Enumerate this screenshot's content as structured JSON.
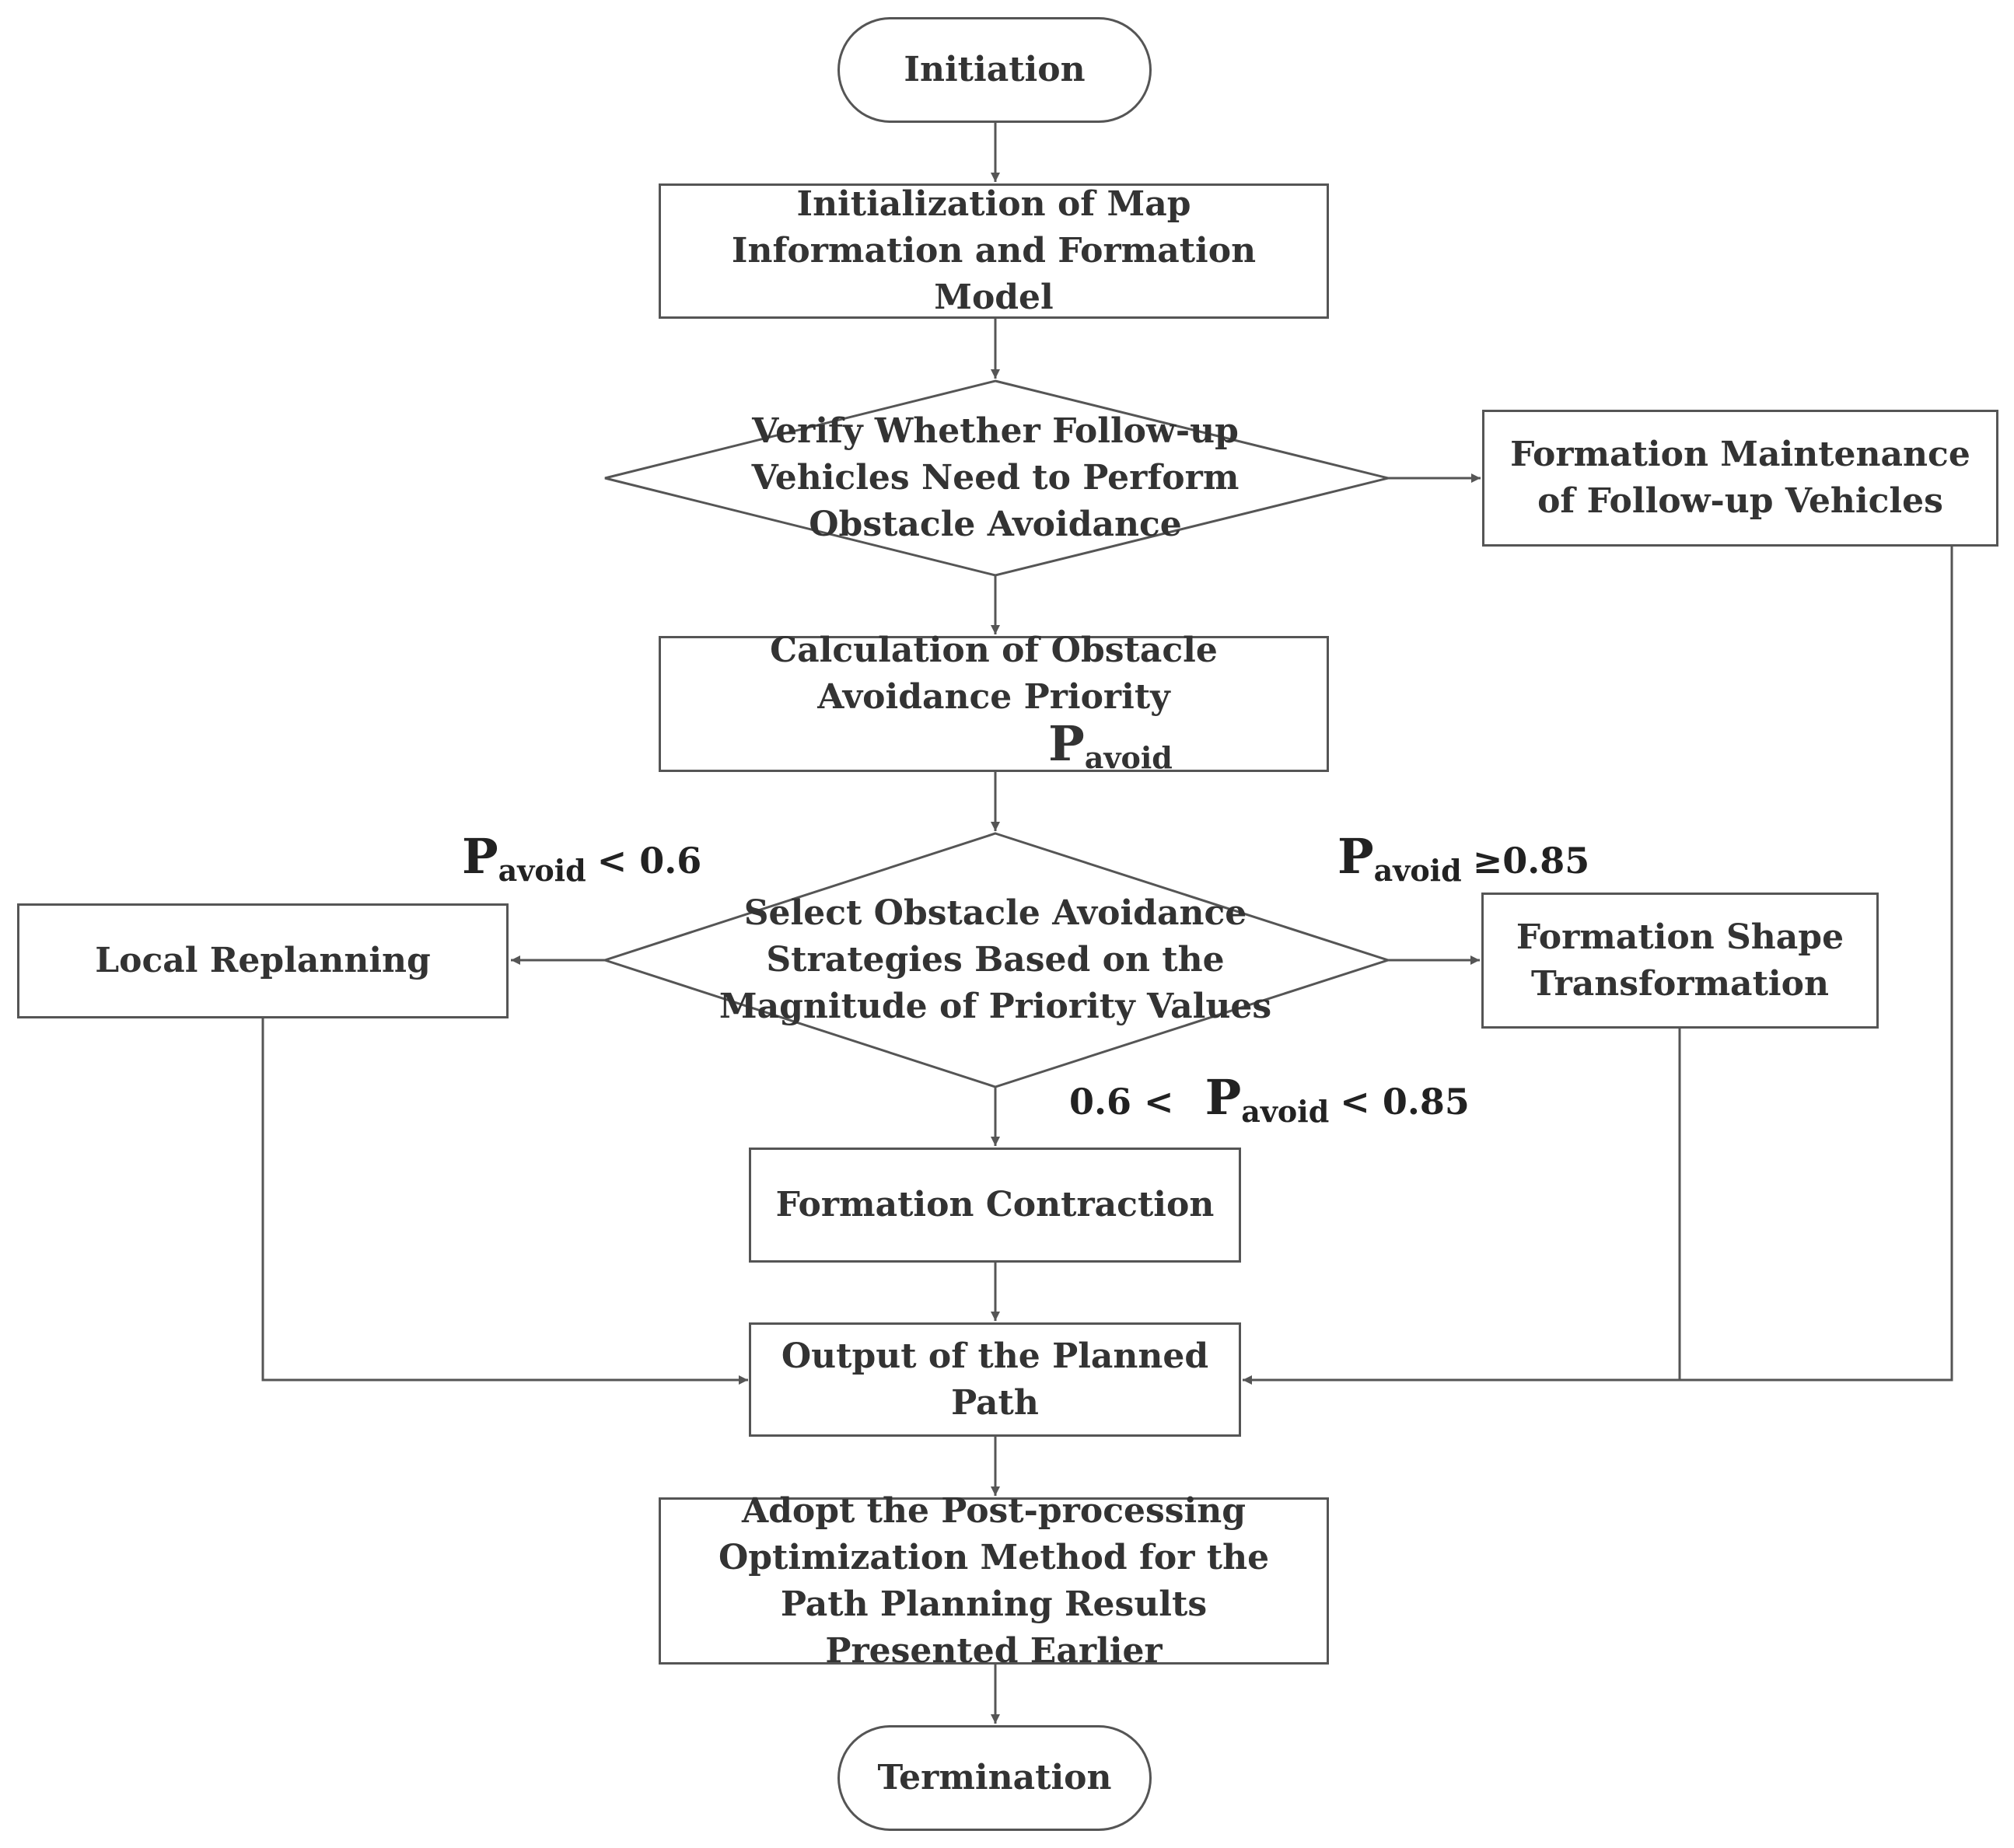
{
  "nodes": {
    "initiation": "Initiation",
    "init_map": "Initialization of Map Information and Formation Model",
    "verify": "Verify Whether Follow-up Vehicles Need to Perform Obstacle Avoidance",
    "maintenance": "Formation Maintenance of Follow-up Vehicles",
    "calc_priority": "Calculation of Obstacle Avoidance Priority",
    "select_strategy": "Select Obstacle Avoidance Strategies Based on the Magnitude of Priority Values",
    "local_replanning": "Local Replanning",
    "shape_transformation": "Formation Shape Transformation",
    "contraction": "Formation Contraction",
    "output_path": "Output of the Planned Path",
    "post_processing": "Adopt the Post-processing Optimization Method for the Path Planning Results Presented Earlier",
    "termination": "Termination"
  },
  "symbol": {
    "base": "P",
    "sub": "avoid"
  },
  "conditions": {
    "low_op": "< 0.6",
    "high_op": "≥0.85",
    "mid_prefix": "0.6 <",
    "mid_op": "< 0.85"
  },
  "colors": {
    "line": "#555555",
    "text": "#333333"
  }
}
